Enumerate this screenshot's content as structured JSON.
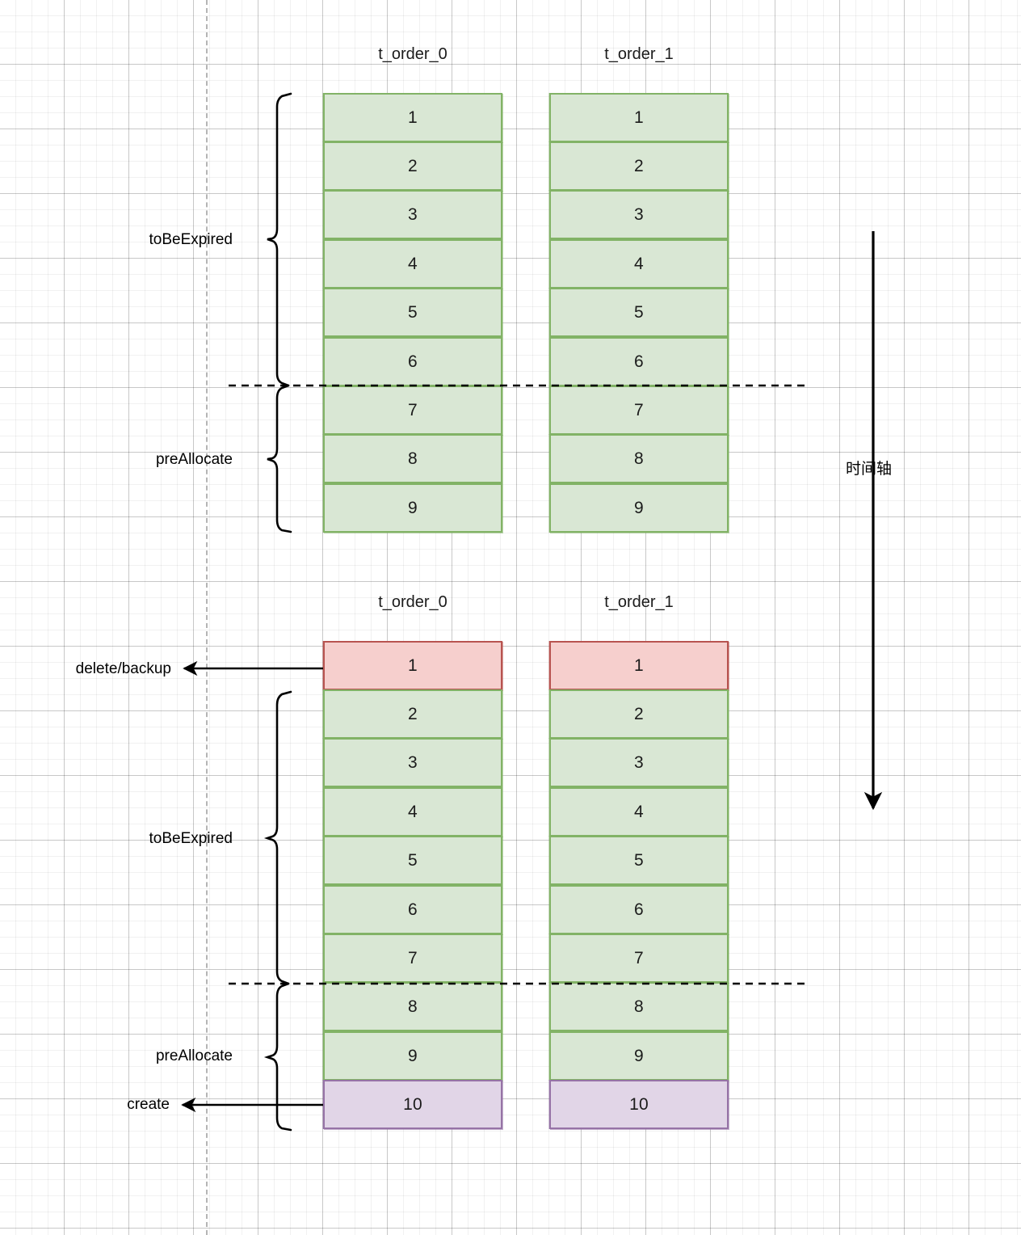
{
  "diagram": {
    "title_text_color": "#000000",
    "colors": {
      "green_fill": "#d9e7d4",
      "green_stroke": "#82b366",
      "red_fill": "#f6cfcd",
      "red_stroke": "#b85450",
      "purple_fill": "#e1d5e7",
      "purple_stroke": "#9673a6",
      "line": "#000000",
      "grid_minor": "#eeeeee",
      "grid_major": "#d5d5d5",
      "page_guide": "#b5b5b5"
    },
    "timeline": {
      "label": "时间轴"
    },
    "stage_one": {
      "tables": [
        {
          "name": "t_order_0",
          "cells": [
            {
              "value": "1",
              "state": "green"
            },
            {
              "value": "2",
              "state": "green"
            },
            {
              "value": "3",
              "state": "green"
            },
            {
              "value": "4",
              "state": "green"
            },
            {
              "value": "5",
              "state": "green"
            },
            {
              "value": "6",
              "state": "green"
            },
            {
              "value": "7",
              "state": "green"
            },
            {
              "value": "8",
              "state": "green"
            },
            {
              "value": "9",
              "state": "green"
            }
          ]
        },
        {
          "name": "t_order_1",
          "cells": [
            {
              "value": "1",
              "state": "green"
            },
            {
              "value": "2",
              "state": "green"
            },
            {
              "value": "3",
              "state": "green"
            },
            {
              "value": "4",
              "state": "green"
            },
            {
              "value": "5",
              "state": "green"
            },
            {
              "value": "6",
              "state": "green"
            },
            {
              "value": "7",
              "state": "green"
            },
            {
              "value": "8",
              "state": "green"
            },
            {
              "value": "9",
              "state": "green"
            }
          ]
        }
      ],
      "brackets": [
        {
          "label": "toBeExpired",
          "covers": [
            "1",
            "2",
            "3",
            "4",
            "5",
            "6"
          ]
        },
        {
          "label": "preAllocate",
          "covers": [
            "7",
            "8",
            "9"
          ]
        }
      ]
    },
    "stage_two": {
      "tables": [
        {
          "name": "t_order_0",
          "cells": [
            {
              "value": "1",
              "state": "red"
            },
            {
              "value": "2",
              "state": "green"
            },
            {
              "value": "3",
              "state": "green"
            },
            {
              "value": "4",
              "state": "green"
            },
            {
              "value": "5",
              "state": "green"
            },
            {
              "value": "6",
              "state": "green"
            },
            {
              "value": "7",
              "state": "green"
            },
            {
              "value": "8",
              "state": "green"
            },
            {
              "value": "9",
              "state": "green"
            },
            {
              "value": "10",
              "state": "purple"
            }
          ]
        },
        {
          "name": "t_order_1",
          "cells": [
            {
              "value": "1",
              "state": "red"
            },
            {
              "value": "2",
              "state": "green"
            },
            {
              "value": "3",
              "state": "green"
            },
            {
              "value": "4",
              "state": "green"
            },
            {
              "value": "5",
              "state": "green"
            },
            {
              "value": "6",
              "state": "green"
            },
            {
              "value": "7",
              "state": "green"
            },
            {
              "value": "8",
              "state": "green"
            },
            {
              "value": "9",
              "state": "green"
            },
            {
              "value": "10",
              "state": "purple"
            }
          ]
        }
      ],
      "brackets": [
        {
          "label": "toBeExpired",
          "covers": [
            "2",
            "3",
            "4",
            "5",
            "6",
            "7"
          ]
        },
        {
          "label": "preAllocate",
          "covers": [
            "8",
            "9",
            "10"
          ]
        }
      ],
      "annotations": [
        {
          "label": "delete/backup",
          "target": "1"
        },
        {
          "label": "create",
          "target": "10"
        }
      ]
    }
  }
}
